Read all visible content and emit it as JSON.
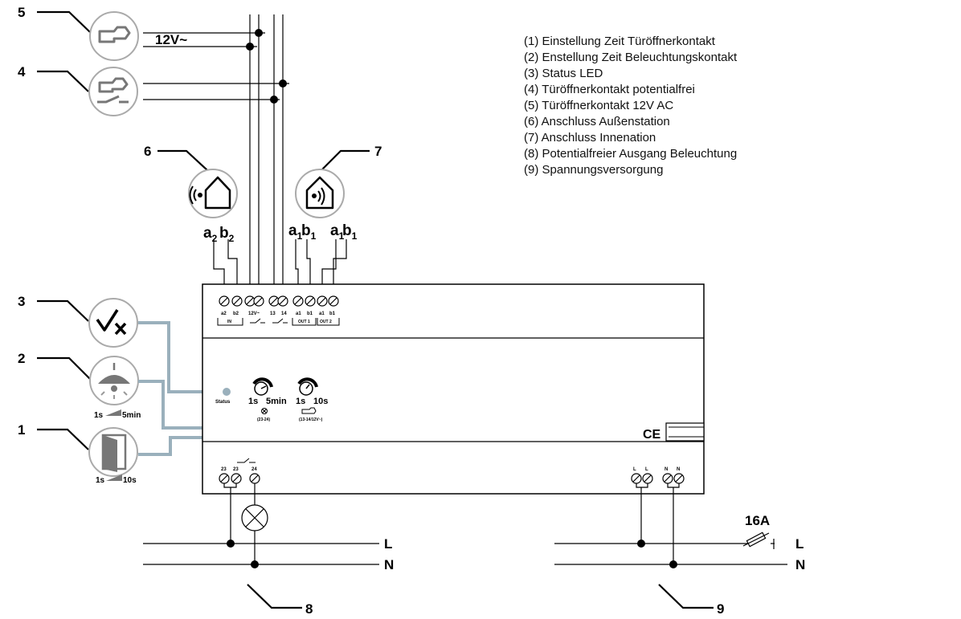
{
  "callouts": [
    "1",
    "2",
    "3",
    "4",
    "5",
    "6",
    "7",
    "8",
    "9"
  ],
  "legend": [
    "(1) Einstellung Zeit Türöffnerkontakt",
    "(2) Enstellung Zeit Beleuchtungskontakt",
    "(3) Status LED",
    "(4) Türöffnerkontakt potentialfrei",
    "(5) Türöffnerkontakt 12V AC",
    "(6) Anschluss Außenstation",
    "(7) Anschluss Innenation",
    "(8) Potentialfreier Ausgang Beleuchtung",
    "(9) Spannungsversorgung"
  ],
  "wiring": {
    "supply_12v": "12V~",
    "line": "L",
    "neutral": "N",
    "fuse": "16A"
  },
  "terminal_labels": {
    "a": "a",
    "b": "b",
    "sub2": "2",
    "sub1": "1"
  },
  "device": {
    "top_terminals": [
      "a2",
      "b2",
      "12V~",
      "13",
      "14",
      "a1",
      "b1",
      "a1",
      "b1"
    ],
    "group_in": "IN",
    "group_out1": "OUT 1",
    "group_out2": "OUT 2",
    "status_label": "Status",
    "knob_light_min": "1s",
    "knob_light_max": "5min",
    "knob_light_sub": "(23-24)",
    "knob_door_min": "1s",
    "knob_door_max": "10s",
    "knob_door_sub": "(13-14/12V~)",
    "bottom_left_terminals": [
      "23",
      "23",
      "24"
    ],
    "bottom_right_terminals": [
      "L",
      "L",
      "N",
      "N"
    ],
    "ce_mark": "CE"
  },
  "icon_ranges": {
    "light_min": "1s",
    "light_max": "5min",
    "door_min": "1s",
    "door_max": "10s"
  },
  "icons": [
    "door-opener-12v-icon",
    "door-opener-contact-icon",
    "outdoor-station-icon",
    "indoor-station-icon",
    "status-check-icon",
    "ceiling-lamp-icon",
    "door-icon",
    "lamp-symbol-icon",
    "fuse-icon"
  ]
}
